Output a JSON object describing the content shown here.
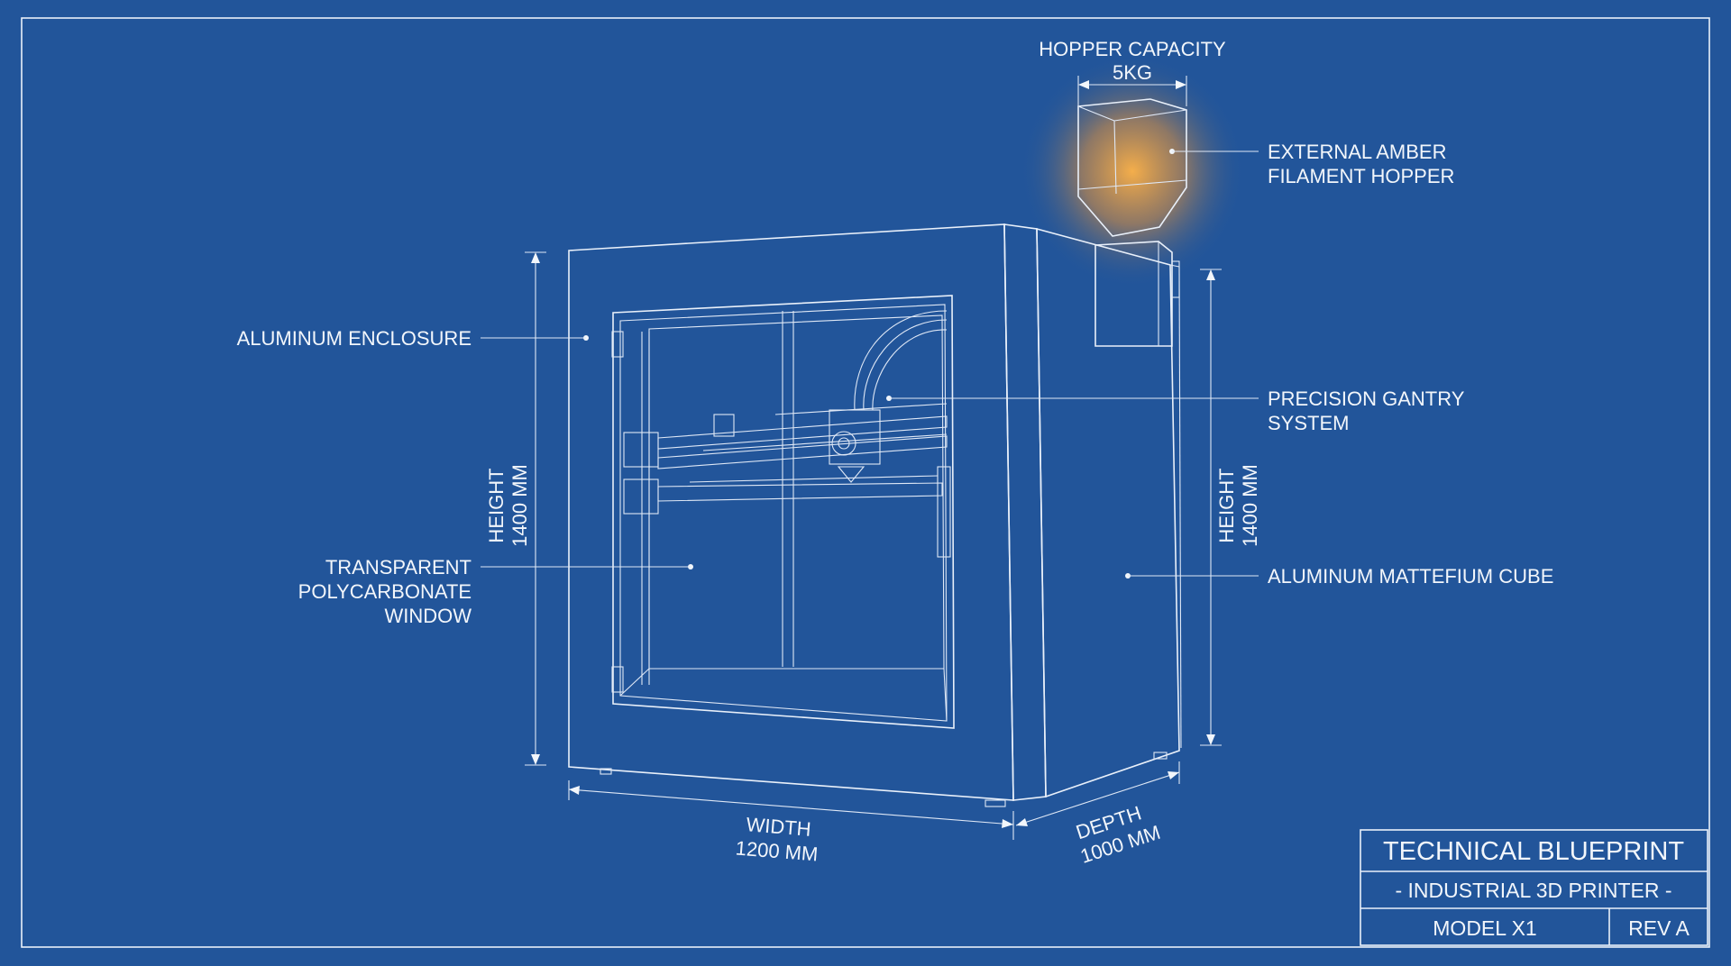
{
  "colors": {
    "background": "#22559a",
    "line": "#e9f0fa",
    "amber": "#f2a93b"
  },
  "labels": {
    "hopper_capacity": "HOPPER CAPACITY",
    "hopper_capacity_value": "5KG",
    "hopper": [
      "EXTERNAL AMBER",
      "FILAMENT HOPPER"
    ],
    "enclosure": "ALUMINUM ENCLOSURE",
    "gantry": [
      "PRECISION GANTRY",
      "SYSTEM"
    ],
    "window": [
      "TRANSPARENT",
      "POLYCARBONATE",
      "WINDOW"
    ],
    "cube": "ALUMINUM MATTEFIUM CUBE"
  },
  "dimensions": {
    "height_left": [
      "HEIGHT",
      "1400 MM"
    ],
    "height_right": [
      "HEIGHT",
      "1400 MM"
    ],
    "width": [
      "WIDTH",
      "1200 MM"
    ],
    "depth": [
      "DEPTH",
      "1000 MM"
    ]
  },
  "title_block": {
    "title": "TECHNICAL BLUEPRINT",
    "subtitle": "- INDUSTRIAL 3D PRINTER -",
    "model": "MODEL X1",
    "revision": "REV A"
  }
}
